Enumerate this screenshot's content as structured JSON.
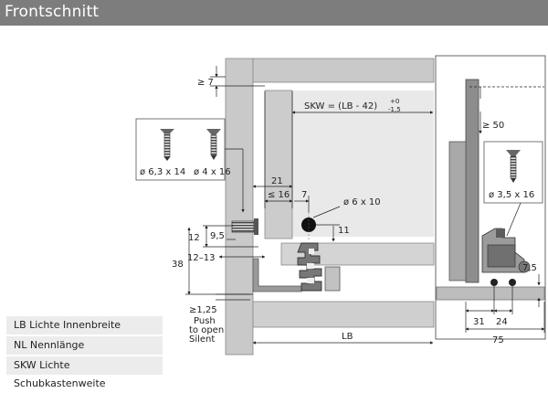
{
  "header": {
    "title": "Frontschnitt"
  },
  "dims": {
    "min_top_gap": "≥ 7",
    "skw_formula": "SKW = (LB - 42)",
    "skw_tol_plus": "+0",
    "skw_tol_minus": "-1,5",
    "rear_min": "≥ 50",
    "d21": "21",
    "d16": "≤ 16",
    "d7": "7",
    "hole": "ø 6 x 10",
    "d11": "11",
    "d12": "12",
    "d95": "9,5",
    "d1213": "12–13",
    "d38": "38",
    "d125": "≥1,25",
    "d75": "7,5",
    "d31": "31",
    "d24": "24",
    "dtotal": "75",
    "lb": "LB"
  },
  "screws": [
    {
      "label": "ø 6,3 x 14"
    },
    {
      "label": "ø 4 x 16"
    }
  ],
  "screw_right": {
    "label": "ø 3,5 x 16"
  },
  "push_note": [
    "Push",
    "to open",
    "Silent"
  ],
  "legend": [
    {
      "text": "LB Lichte Innenbreite"
    },
    {
      "text": "NL Nennlänge"
    },
    {
      "text": "SKW Lichte Schubkastenweite"
    }
  ]
}
